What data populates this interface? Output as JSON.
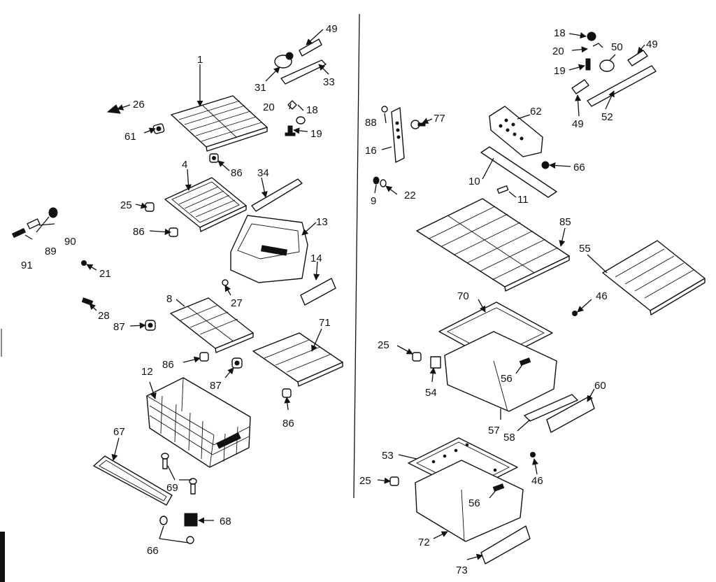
{
  "callouts": {
    "c1": "1",
    "c4": "4",
    "c8": "8",
    "c9": "9",
    "c10": "10",
    "c11": "11",
    "c12": "12",
    "c13": "13",
    "c14": "14",
    "c16": "16",
    "c18a": "18",
    "c18b": "18",
    "c19a": "19",
    "c19b": "19",
    "c20a": "20",
    "c20b": "20",
    "c21": "21",
    "c22": "22",
    "c25a": "25",
    "c25b": "25",
    "c25c": "25",
    "c26": "26",
    "c27": "27",
    "c28": "28",
    "c31": "31",
    "c33": "33",
    "c34": "34",
    "c46a": "46",
    "c46b": "46",
    "c49a": "49",
    "c49b": "49",
    "c49c": "49",
    "c50": "50",
    "c52": "52",
    "c53": "53",
    "c54": "54",
    "c55": "55",
    "c56a": "56",
    "c56b": "56",
    "c57": "57",
    "c58": "58",
    "c60": "60",
    "c61": "61",
    "c62": "62",
    "c66a": "66",
    "c66b": "66",
    "c67": "67",
    "c68": "68",
    "c69": "69",
    "c70": "70",
    "c71": "71",
    "c72": "72",
    "c73": "73",
    "c77": "77",
    "c85": "85",
    "c86a": "86",
    "c86b": "86",
    "c86c": "86",
    "c86d": "86",
    "c87a": "87",
    "c87b": "87",
    "c88": "88",
    "c89": "89",
    "c90": "90",
    "c91": "91"
  }
}
